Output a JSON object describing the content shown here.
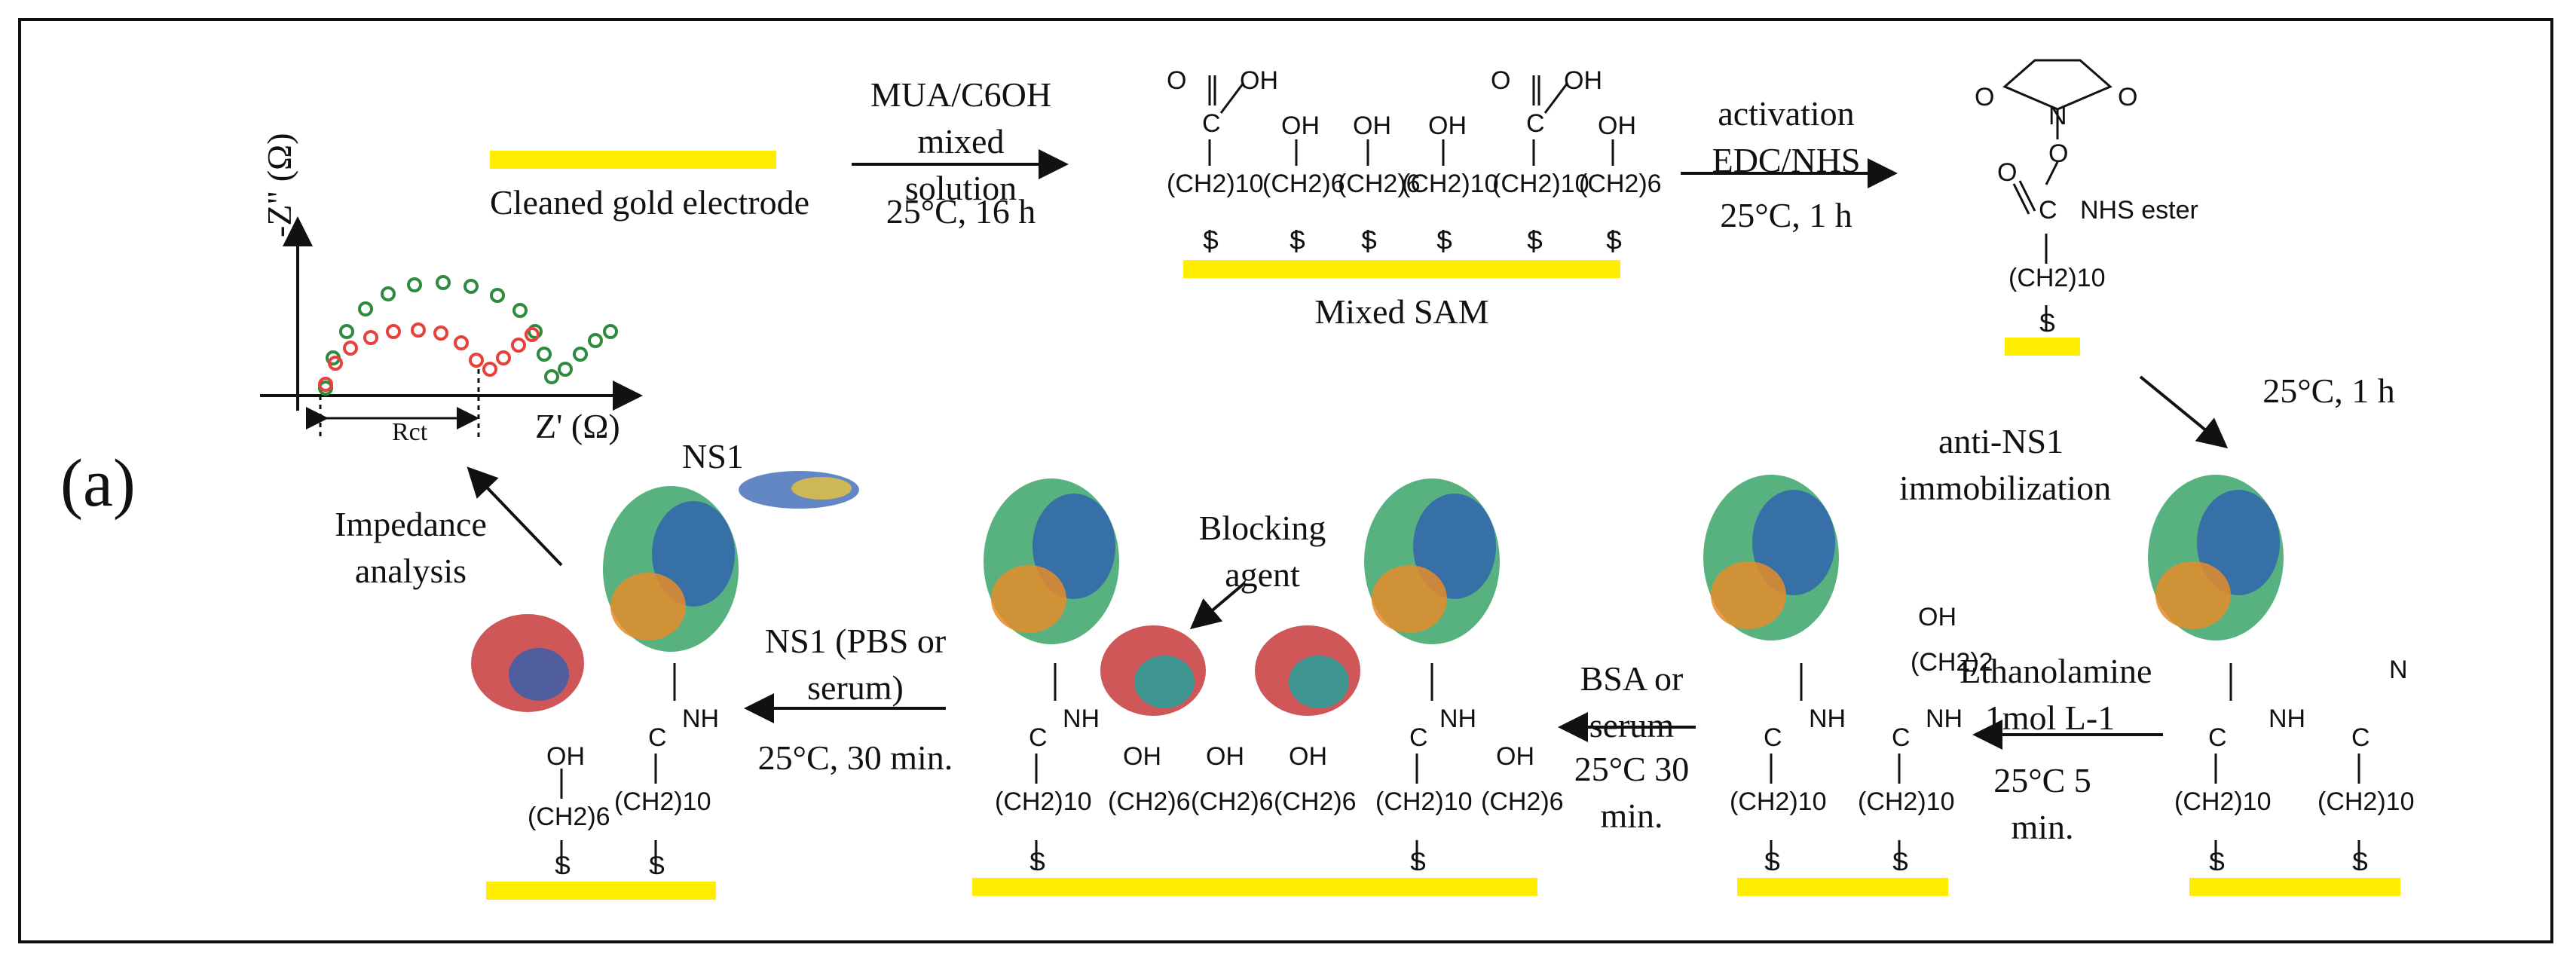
{
  "panel_label": "(a)",
  "colors": {
    "gold": "#ffee00",
    "nyquist_green": "#2e8b3e",
    "nyquist_red": "#e8403a",
    "protein": "#3aa56a"
  },
  "labels": {
    "cleaned_gold": "Cleaned gold electrode",
    "mixed_sam": "Mixed SAM",
    "nhs_ester": "NHS ester",
    "blocking_agent": "Blocking agent",
    "ns1_protein": "NS1"
  },
  "steps": {
    "s1_top": "MUA/C6OH mixed solution",
    "s1_bottom": "25°C, 16 h",
    "s2_top": "activation EDC/NHS",
    "s2_bottom": "25°C, 1 h",
    "s3_top": "25°C, 1 h",
    "s3_bottom": "anti-NS1 immobilization",
    "s4_top": "Ethanolamine 1mol L-1",
    "s4_bottom": "25°C 5 min.",
    "s5_top": "BSA or serum",
    "s5_bottom": "25°C 30 min.",
    "s6_top": "NS1 (PBS or serum)",
    "s6_bottom": "25°C, 30 min.",
    "s7": "Impedance analysis"
  },
  "nyquist": {
    "y_axis": "-Z\" (Ω)",
    "x_axis": "Z' (Ω)",
    "rct": "Rct"
  },
  "chem": {
    "oh": "OH",
    "o": "O",
    "c": "C",
    "n": "N",
    "nh": "NH",
    "s": "S",
    "ch2_10": "(CH2)10",
    "ch2_6": "(CH2)6",
    "ch2_2": "(CH2)2"
  }
}
